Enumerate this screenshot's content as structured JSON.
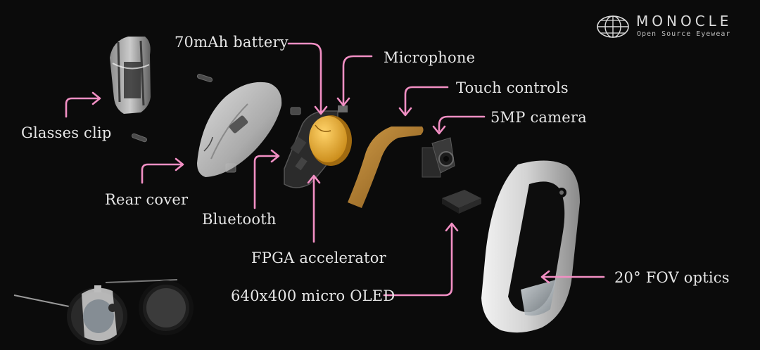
{
  "brand": {
    "name": "MONOCLE",
    "tagline": "Open Source Eyewear"
  },
  "labels": {
    "battery": "70mAh battery",
    "microphone": "Microphone",
    "touch": "Touch controls",
    "camera": "5MP camera",
    "glasses_clip": "Glasses clip",
    "rear_cover": "Rear cover",
    "bluetooth": "Bluetooth",
    "fpga": "FPGA accelerator",
    "oled": "640x400 micro OLED",
    "optics": "20° FOV optics"
  },
  "colors": {
    "background": "#0b0b0b",
    "arrow": "#f28fc4",
    "battery": "#e8b13a",
    "flex_cable": "#c48a2c"
  }
}
